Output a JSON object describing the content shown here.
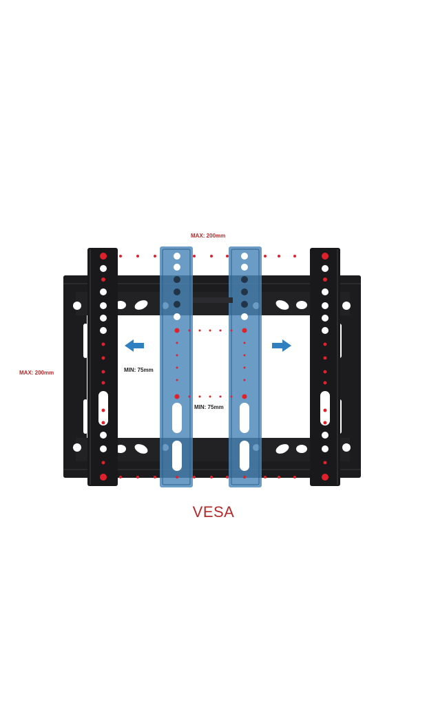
{
  "labels": {
    "max_horizontal": "MAX: 200mm",
    "max_vertical": "MAX: 200mm",
    "min_horizontal": "MIN: 75mm",
    "min_vertical": "MIN: 75mm"
  },
  "caption": "VESA",
  "colors": {
    "frame": "#1c1c1e",
    "bracket_blue": "#4a86b8",
    "dot_red": "#e0202a",
    "arrow_blue": "#2f7fc1",
    "caption_red": "#b52a2a"
  }
}
